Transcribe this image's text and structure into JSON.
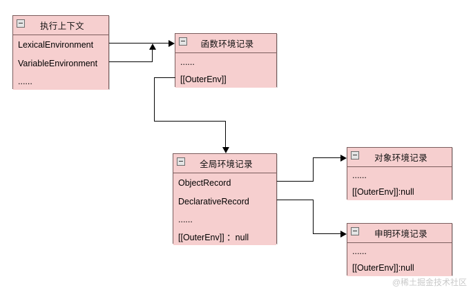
{
  "diagram": {
    "type": "uml-class-diagram",
    "title_semantics": "JavaScript execution context and environment records",
    "boxes": [
      {
        "id": "execution-context",
        "title": "执行上下文",
        "rows": [
          "LexicalEnvironment",
          "VariableEnvironment",
          "......"
        ]
      },
      {
        "id": "function-env-record",
        "title": "函数环境记录",
        "rows": [
          "......",
          "[[OuterEnv]]"
        ]
      },
      {
        "id": "global-env-record",
        "title": "全局环境记录",
        "rows": [
          "ObjectRecord",
          "DeclarativeRecord",
          "......",
          "[[OuterEnv]] ：null"
        ]
      },
      {
        "id": "object-env-record",
        "title": "对象环境记录",
        "rows": [
          "......",
          "[[OuterEnv]]:null"
        ]
      },
      {
        "id": "declarative-env-record",
        "title": "申明环境记录",
        "rows": [
          "......",
          "[[OuterEnv]]:null"
        ]
      }
    ],
    "connections": [
      {
        "from": "execution-context.LexicalEnvironment",
        "to": "function-env-record"
      },
      {
        "from": "execution-context.VariableEnvironment",
        "to": "function-env-record"
      },
      {
        "from": "function-env-record.[[OuterEnv]]",
        "to": "global-env-record"
      },
      {
        "from": "global-env-record.ObjectRecord",
        "to": "object-env-record"
      },
      {
        "from": "global-env-record.DeclarativeRecord",
        "to": "declarative-env-record"
      }
    ],
    "icons": {
      "collapse": "collapse-minus-icon"
    },
    "colors": {
      "box_fill": "#f6cfcf",
      "box_border": "#7a5c5c",
      "line": "#000000",
      "text": "#000000",
      "watermark": "#c9c9c9"
    }
  },
  "watermark": {
    "text": "@稀土掘金技术社区"
  }
}
